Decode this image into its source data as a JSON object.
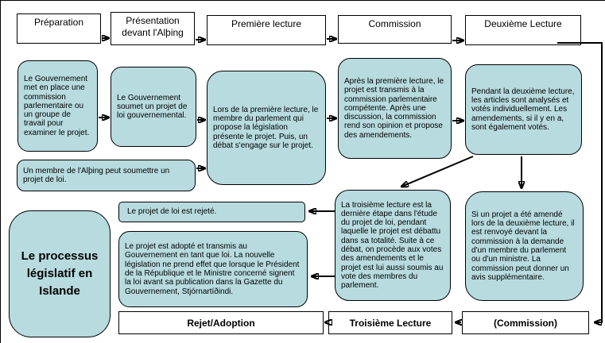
{
  "diagram_title": "Le processus législatif en Islande",
  "top_row": [
    {
      "label": "Préparation"
    },
    {
      "label": "Présentation devant l'Alþing"
    },
    {
      "label": "Première lecture"
    },
    {
      "label": "Commission"
    },
    {
      "label": "Deuxième Lecture"
    }
  ],
  "descriptions": {
    "preparation": "Le Gouvernement met en place une commission parlementaire ou un groupe de travail pour examiner le projet.",
    "projet_gouvernemental": "Le Gouvernement soumet un projet de loi gouvernemental.",
    "membre_althing": "Un membre de l'Alþing peut soumettre un projet de loi.",
    "premiere_lecture": "Lors de la première lecture, le membre du parlement qui propose la législation présente le projet. Puis, un débat s'engage sur le projet.",
    "commission": "Après la première lecture, le projet est transmis à la commission parlementaire compétente. Après une discussion, la commission rend son opinion et propose des amendements.",
    "deuxieme_lecture": "Pendant la deuxième lecture, les articles sont analysés et votés individuellement. Les amendements, si il y en a, sont également votés.",
    "troisieme_lecture": "La troisième lecture est la dernière étape dans l'étude du projet de loi, pendant laquelle le projet est débattu dans sa totalité. Suite à ce débat, on procède aux votes des amendements et le projet est lui aussi soumis au vote des membres du parlement.",
    "renvoi_commission": "Si un projet a été amendé lors de la deuxième lecture, il est renvoyé devant la commission à la demande d'un membre du parlement ou d'un ministre. La commission peut donner un avis supplémentaire.",
    "rejet": "Le projet de loi est rejeté.",
    "adoption": "Le projet est adopté et transmis au Gouvernement en tant que loi. La nouvelle législation ne prend effet que lorsque le Président de la République et le Ministre concerné signent la loi avant sa publication dans la Gazette du Gouvernement, Stjórnartíðindi."
  },
  "bottom_row": [
    {
      "label": "Rejet/Adoption"
    },
    {
      "label": "Troisième Lecture"
    },
    {
      "label": "(Commission)"
    }
  ],
  "colors": {
    "box_fill": "#b7dbdf",
    "box_border": "#000000",
    "stage_fill": "#ffffff",
    "arrow": "#000000"
  }
}
